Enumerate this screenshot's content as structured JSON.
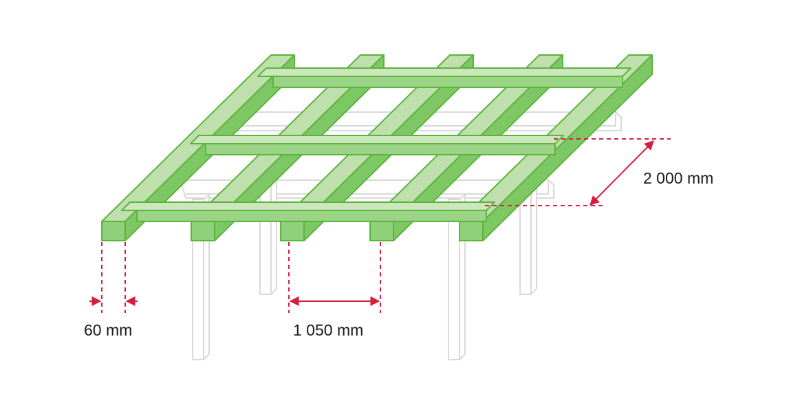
{
  "colors": {
    "green_fill_light": "#bfe0ad",
    "green_fill_mid": "#8fd07a",
    "green_fill_dark": "#6bbd54",
    "green_stroke": "#5ab43c",
    "ghost_stroke": "#d9d9d9",
    "dimension_red": "#d51e3c",
    "text": "#1a1a1a"
  },
  "dimensions": {
    "board_width": "60 mm",
    "joist_spacing": "1 050 mm",
    "beam_spacing": "2 000 mm"
  }
}
